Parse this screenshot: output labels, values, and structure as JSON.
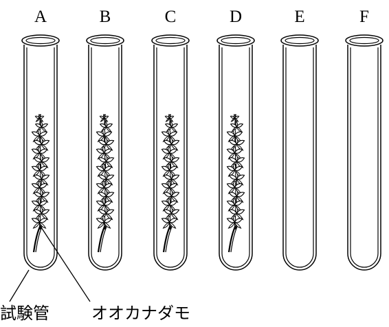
{
  "tubes": [
    {
      "letter": "A",
      "has_plant": true
    },
    {
      "letter": "B",
      "has_plant": true
    },
    {
      "letter": "C",
      "has_plant": true
    },
    {
      "letter": "D",
      "has_plant": true
    },
    {
      "letter": "E",
      "has_plant": false
    },
    {
      "letter": "F",
      "has_plant": false
    }
  ],
  "callouts": {
    "test_tube_label": "試験管",
    "plant_label": "オオカナダモ"
  },
  "colors": {
    "line": "#000000",
    "background": "#ffffff"
  }
}
